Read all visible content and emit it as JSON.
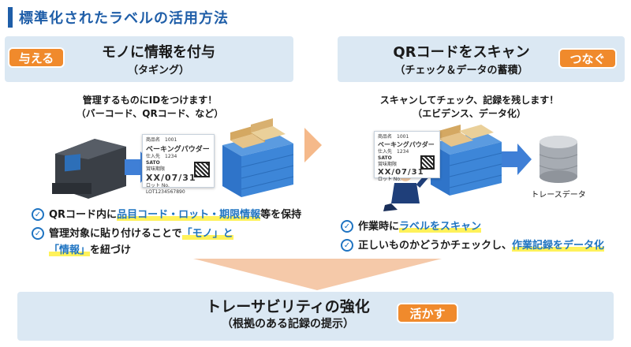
{
  "page": {
    "title": "標準化されたラベルの活用方法"
  },
  "left": {
    "badge": "与える",
    "title": "モノに情報を付与",
    "subtitle": "（タギング）",
    "desc_line1": "管理するものにIDをつけます！",
    "desc_line2": "（バーコード、QRコード、など）",
    "label": {
      "l1": "商品名　1001",
      "name": "ベーキングパウダー",
      "l2": "仕入先　1234",
      "maker": "SATO",
      "l3": "賞味期限",
      "date": "XX/07/31",
      "l4": "ロット No.",
      "lot": "LOT1234567890"
    },
    "bullet1": {
      "pre": "QRコード内に",
      "hl": "品目コード・ロット・期限情報",
      "post": "等を保持"
    },
    "bullet2": {
      "pre": "管理対象に貼り付けることで",
      "hl1": "「モノ」と",
      "hl2": "「情報」",
      "post": "を紐づけ"
    }
  },
  "right": {
    "badge": "つなぐ",
    "title": "QRコードをスキャン",
    "subtitle": "（チェック＆データの蓄積）",
    "desc_line1": "スキャンしてチェック、記録を残します！",
    "desc_line2": "（エビデンス、データ化）",
    "label": {
      "l1": "商品名　1001",
      "name": "ベーキングパウダー",
      "l2": "仕入先　1234",
      "maker": "SATO",
      "l3": "賞味期限",
      "date": "XX/07/31",
      "l4": "ロット No."
    },
    "db_label": "トレースデータ",
    "bullet1": {
      "pre": "作業時に",
      "hl": "ラベルをスキャン"
    },
    "bullet2": {
      "pre": "正しいものかどうかチェックし、",
      "hl": "作業記録をデータ化"
    }
  },
  "bottom": {
    "title": "トレーサビリティの強化",
    "subtitle": "（根拠のある記録の提示）",
    "badge": "活かす"
  },
  "colors": {
    "accent_blue": "#1f5ea8",
    "band": "#dbe8f3",
    "orange": "#f08a2c",
    "arrow_blue": "#3f7fd6",
    "highlight": "#fff25a"
  }
}
